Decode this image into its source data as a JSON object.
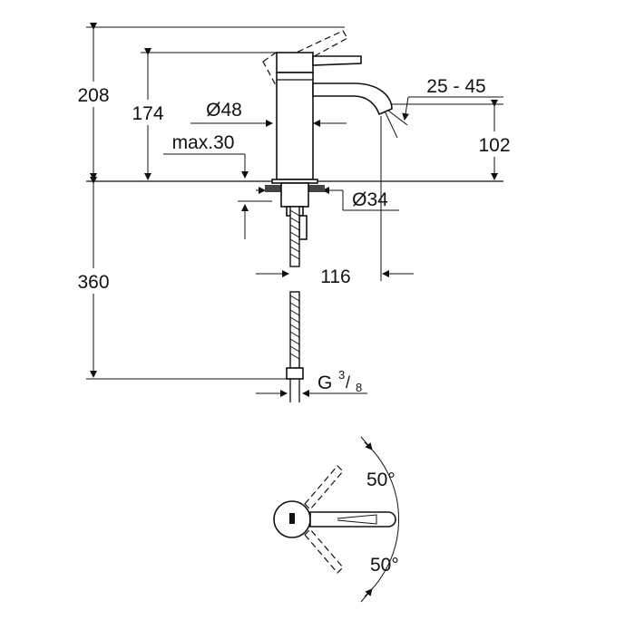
{
  "dimensions": {
    "total_height": "208",
    "body_height": "174",
    "body_diameter": "Ø48",
    "max_thickness": "max.30",
    "spout_angle_range": "25 - 45",
    "spout_height": "102",
    "mount_diameter": "Ø34",
    "hose_length": "360",
    "spout_reach": "116",
    "connection_thread": "G",
    "connection_thread_num": "3",
    "connection_thread_den": "8"
  },
  "plan_view": {
    "angle_upper": "50°",
    "angle_lower": "50°"
  }
}
